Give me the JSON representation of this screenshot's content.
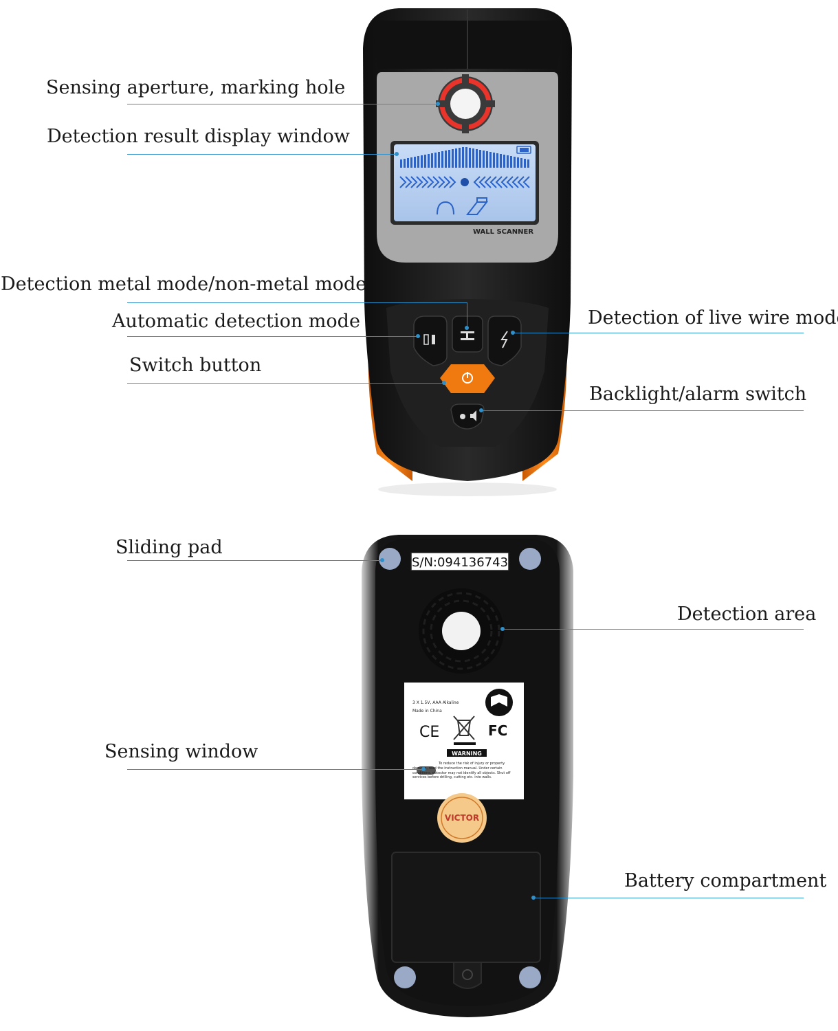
{
  "front": {
    "labels": {
      "sensing_aperture": "Sensing aperture, marking hole",
      "display_window": "Detection result display window",
      "metal_mode": "Detection metal mode/non-metal mode",
      "auto_mode": "Automatic detection mode",
      "switch_button": "Switch button",
      "live_wire": "Detection of live wire mode",
      "backlight": "Backlight/alarm switch"
    },
    "device_text": "WALL SCANNER"
  },
  "back": {
    "labels": {
      "sliding_pad": "Sliding pad",
      "detection_area": "Detection area",
      "sensing_window": "Sensing window",
      "battery": "Battery compartment"
    },
    "serial": "S/N:094136743",
    "sticker": {
      "battery_spec": "3 X 1.5V, AAA Alkaline",
      "made_in": "Made in China",
      "ce_mark": "CE",
      "fcc_mark": "FC",
      "warning_title": "WARNING",
      "warning_text": "To reduce the risk of injury or property damage, read the instruction manual. Under certain conditions, detector may not identify all objects. Shut off services before drilling, cutting etc. into walls."
    },
    "brand_seal": "VICTOR"
  },
  "colors": {
    "leader": "#2f8fc8",
    "body": "#1c1c1c",
    "accent_orange": "#f07a10",
    "screen": "#bcd4f0"
  }
}
